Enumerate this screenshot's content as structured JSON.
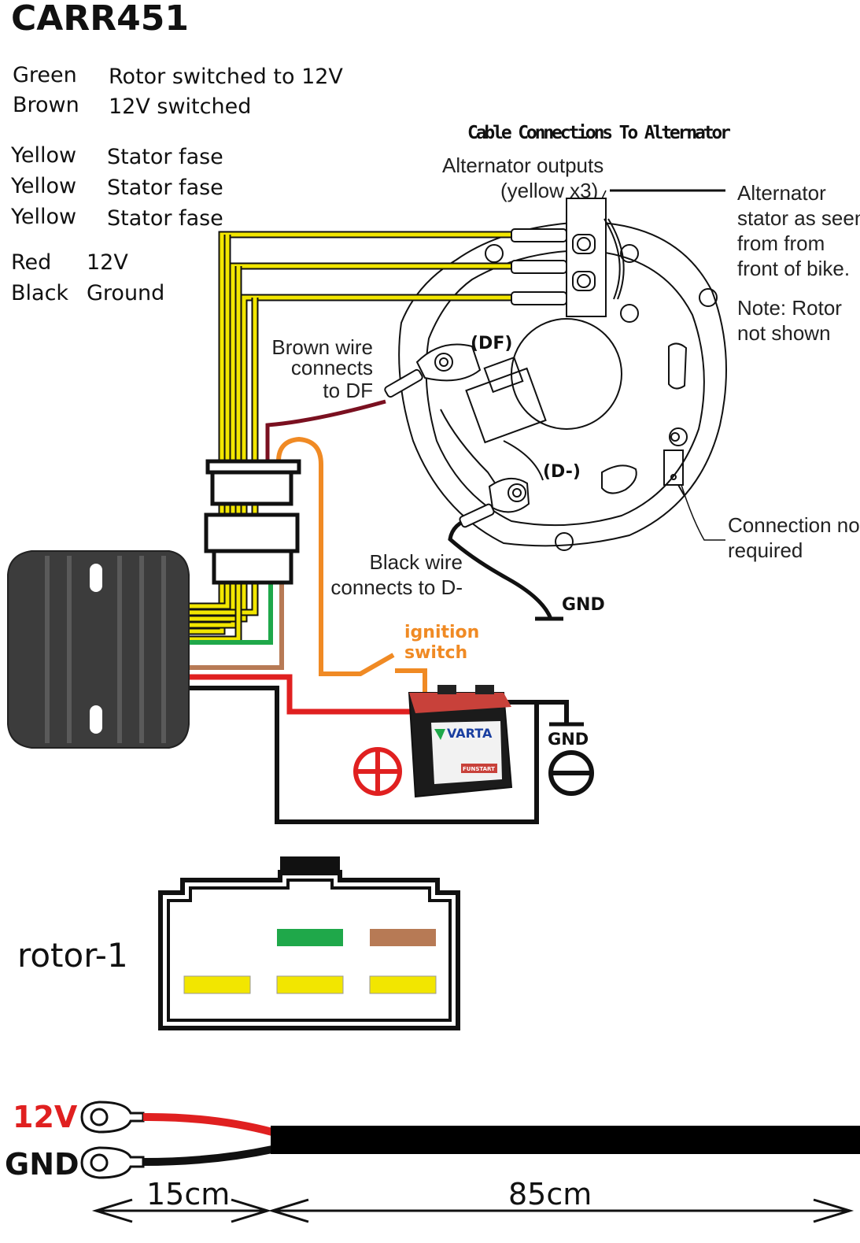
{
  "title": "CARR451",
  "legend": [
    {
      "color": "Green",
      "desc": "Rotor switched to 12V"
    },
    {
      "color": "Brown",
      "desc": "12V switched"
    },
    {
      "color": "Yellow",
      "desc": "Stator fase"
    },
    {
      "color": "Yellow",
      "desc": "Stator fase"
    },
    {
      "color": "Yellow",
      "desc": "Stator fase"
    },
    {
      "color": "Red",
      "desc": "12V"
    },
    {
      "color": "Black",
      "desc": "Ground"
    }
  ],
  "alternator": {
    "heading": "Cable Connections To Alternator",
    "outputs_line1": "Alternator outputs",
    "outputs_line2": "(yellow x3)",
    "stator_note": [
      "Alternator",
      "stator as seen",
      "from from",
      "front of bike."
    ],
    "rotor_note": [
      "Note: Rotor",
      "not shown"
    ],
    "df_label": "(DF)",
    "dminus_label": "(D-)",
    "brown_wire_note": [
      "Brown wire",
      "connects",
      "to DF"
    ],
    "black_wire_note": [
      "Black wire",
      "connects to D-"
    ],
    "connection_note": [
      "Connection not",
      "required"
    ],
    "gnd_label": "GND"
  },
  "ignition": [
    "ignition",
    "switch"
  ],
  "battery": {
    "brand": "VARTA",
    "sub": "FUNSTART",
    "gnd_label": "GND"
  },
  "connector": {
    "label": "rotor-1"
  },
  "cable": {
    "label_12v": "12V",
    "label_gnd": "GND",
    "len_short": "15cm",
    "len_long": "85cm"
  },
  "colors": {
    "yellow": "#f2e600",
    "green": "#1fa84a",
    "brown": "#b77a55",
    "red": "#e02020",
    "black": "#111111",
    "orange": "#f08a24",
    "darkred": "#7a1020"
  }
}
